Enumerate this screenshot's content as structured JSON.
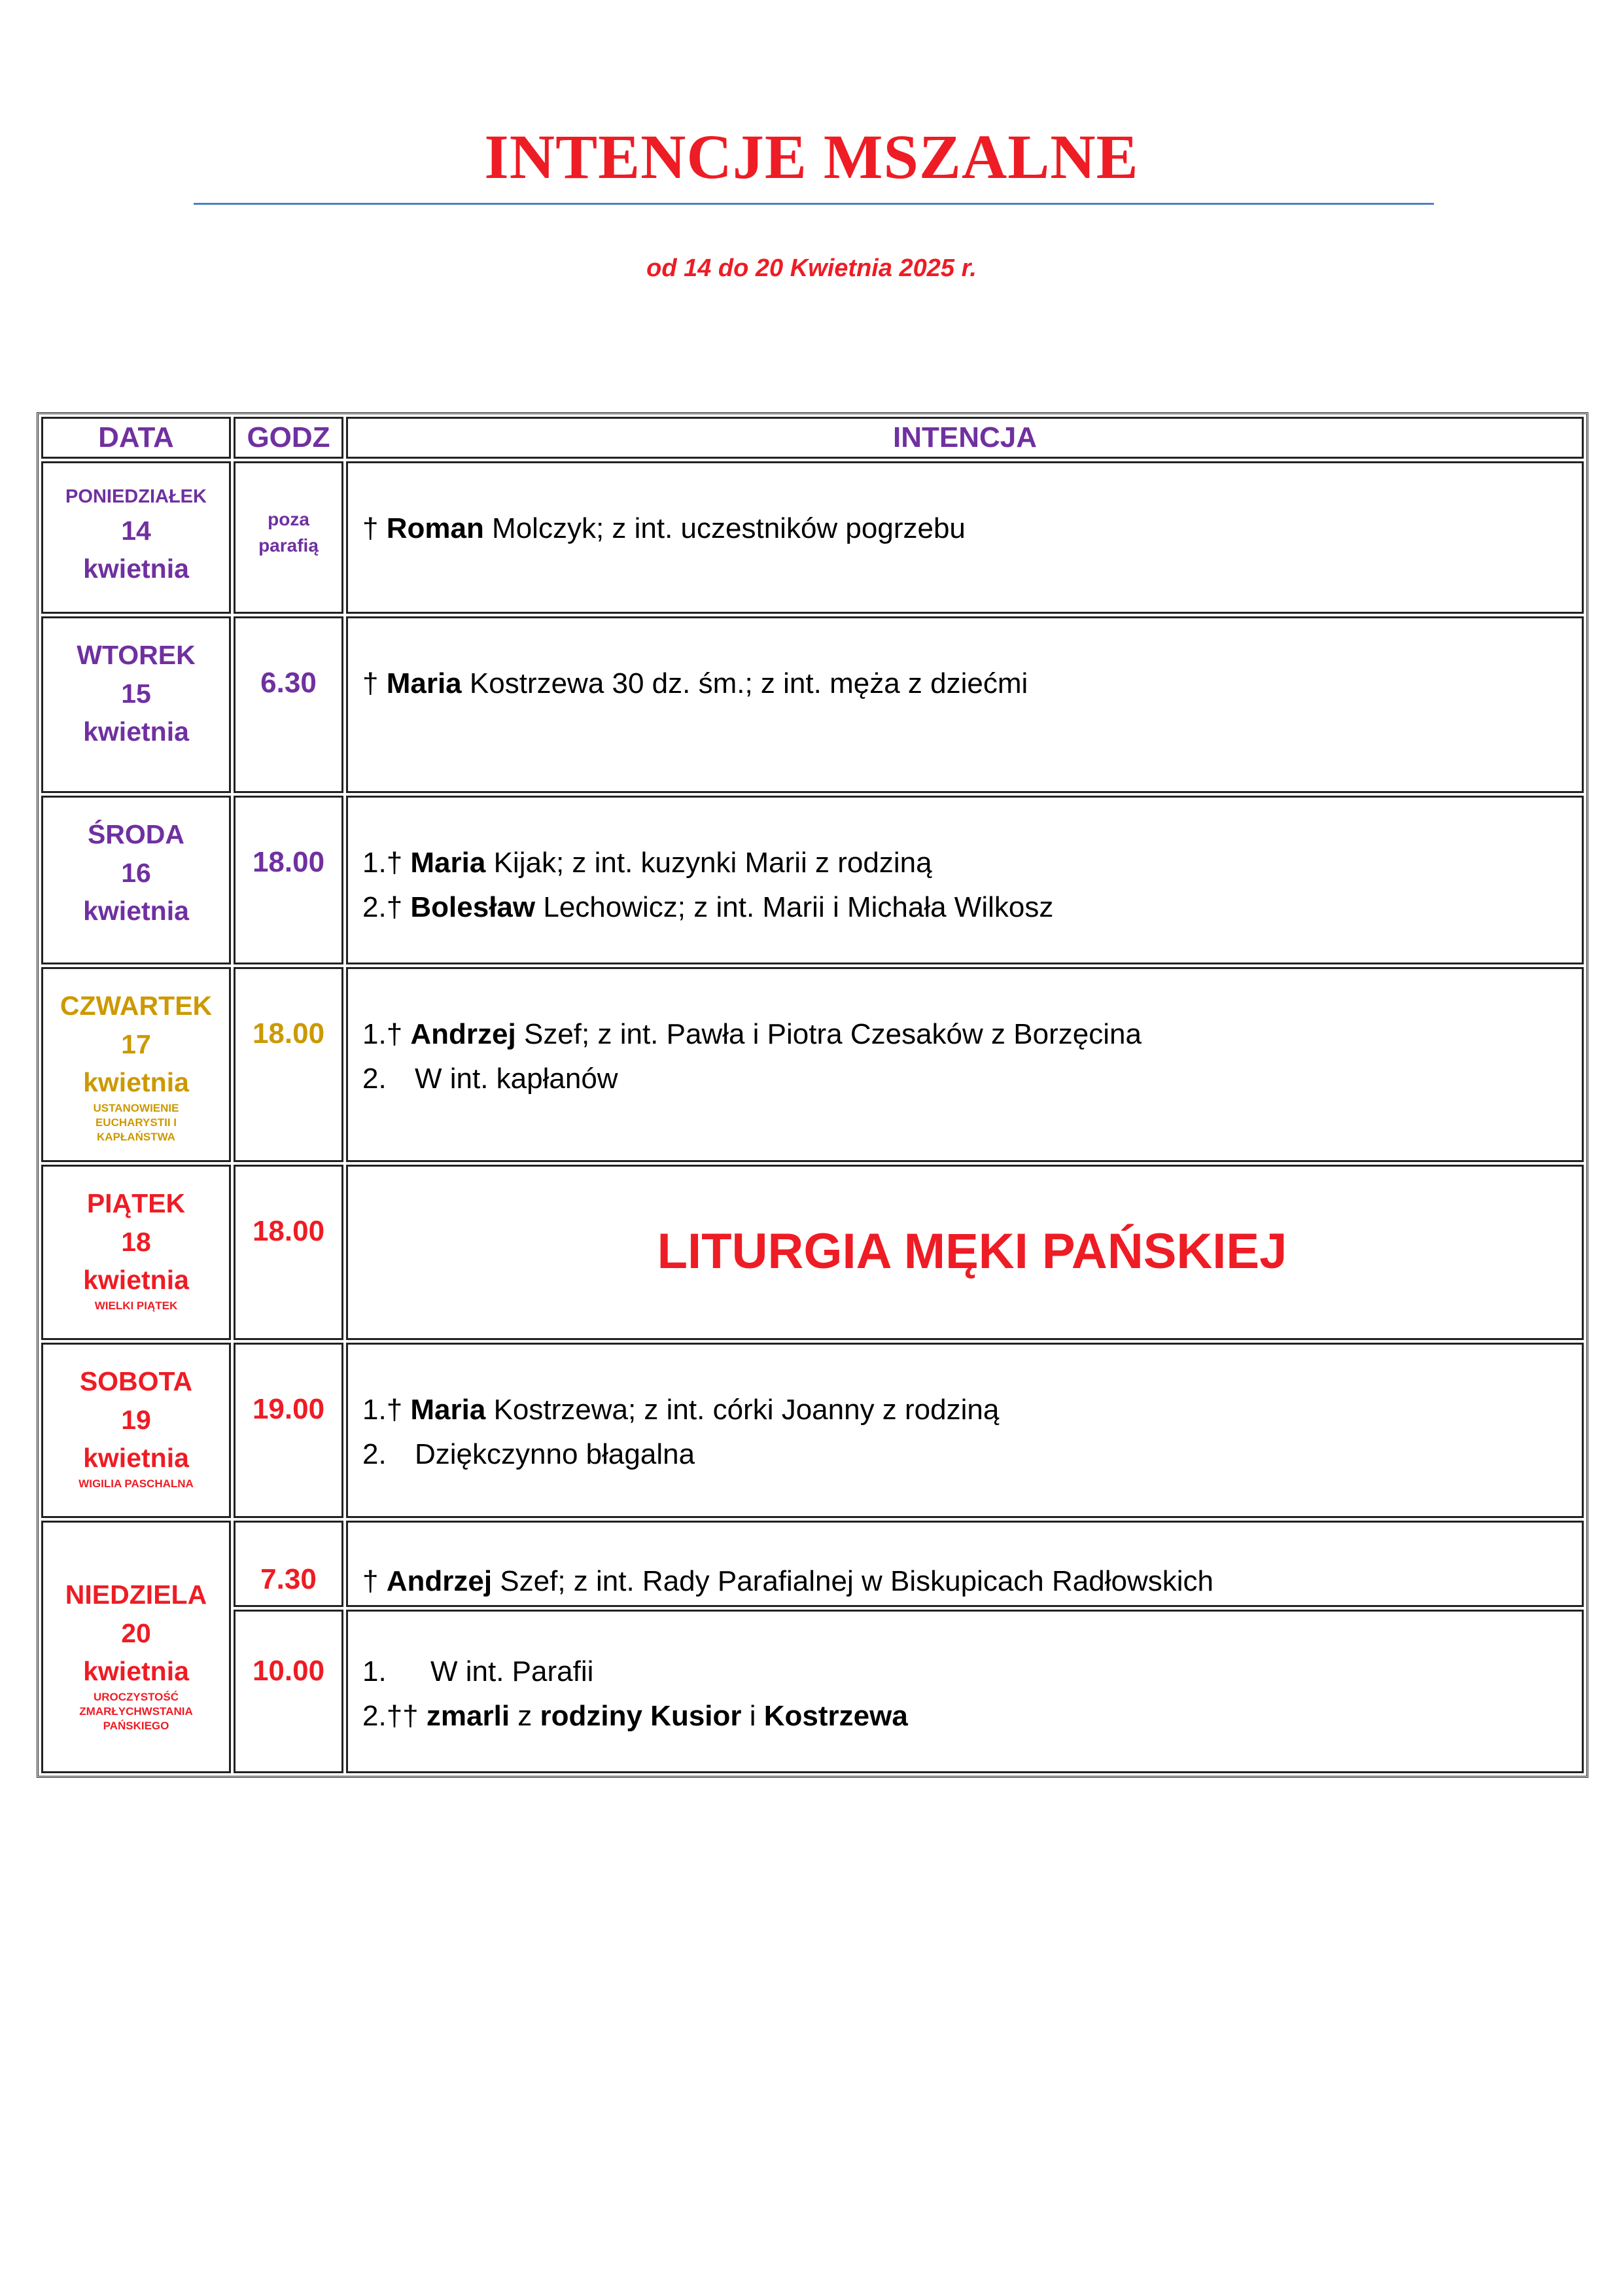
{
  "title": "INTENCJE MSZALNE",
  "subtitle": "od 14 do 20 Kwietnia 2025 r.",
  "colors": {
    "title": "#ee1c24",
    "rule": "#4f81bd",
    "purple": "#7030a0",
    "gold": "#cc9900",
    "red": "#ee1c24"
  },
  "table": {
    "headers": {
      "date": "DATA",
      "hour": "GODZ",
      "intent": "INTENCJA"
    },
    "rows": [
      {
        "day": "PONIEDZIAŁEK",
        "num": "14",
        "month": "kwietnia",
        "note": "",
        "masses": [
          {
            "hour": "poza parafią",
            "lines": [
              {
                "prefix": "† ",
                "name": "Roman",
                "rest": " Molczyk; z int. uczestników pogrzebu"
              }
            ]
          }
        ]
      },
      {
        "day": "WTOREK",
        "num": "15",
        "month": "kwietnia",
        "note": "",
        "masses": [
          {
            "hour": "6.30",
            "lines": [
              {
                "prefix": "† ",
                "name": "Maria",
                "rest": " Kostrzewa 30 dz. śm.; z int. męża z dziećmi"
              }
            ]
          }
        ]
      },
      {
        "day": "ŚRODA",
        "num": "16",
        "month": "kwietnia",
        "note": "",
        "masses": [
          {
            "hour": "18.00",
            "lines": [
              {
                "prefix": "1.† ",
                "name": "Maria",
                "rest": " Kijak; z int. kuzynki Marii z rodziną"
              },
              {
                "prefix": "2.† ",
                "name": "Bolesław",
                "rest": " Lechowicz; z int. Marii i Michała Wilkosz"
              }
            ]
          }
        ]
      },
      {
        "day": "CZWARTEK",
        "num": "17",
        "month": "kwietnia",
        "note": "USTANOWIENIE EUCHARYSTII I KAPŁAŃSTWA",
        "masses": [
          {
            "hour": "18.00",
            "lines": [
              {
                "prefix": "1.† ",
                "name": "Andrzej",
                "rest": " Szef; z int.  Pawła i Piotra Czesaków z Borzęcina"
              },
              {
                "prefix": "2.",
                "name": "",
                "rest": "W int. kapłanów"
              }
            ]
          }
        ]
      },
      {
        "day": "PIĄTEK",
        "num": "18",
        "month": "kwietnia",
        "note": "WIELKI PIĄTEK",
        "masses": [
          {
            "hour": "18.00",
            "banner": "LITURGIA MĘKI PAŃSKIEJ"
          }
        ]
      },
      {
        "day": "SOBOTA",
        "num": "19",
        "month": "kwietnia",
        "note": "WIGILIA PASCHALNA",
        "masses": [
          {
            "hour": "19.00",
            "lines": [
              {
                "prefix": "1.† ",
                "name": "Maria",
                "rest": " Kostrzewa; z int. córki Joanny z rodziną"
              },
              {
                "prefix": "2.",
                "name": "",
                "rest": "Dziękczynno błagalna"
              }
            ]
          }
        ]
      },
      {
        "day": "NIEDZIELA",
        "num": "20",
        "month": "kwietnia",
        "note": "UROCZYSTOŚĆ ZMARŁYCHWSTANIA PAŃSKIEGO",
        "masses": [
          {
            "hour": "7.30",
            "lines": [
              {
                "prefix": "† ",
                "name": "Andrzej",
                "rest": " Szef; z int. Rady Parafialnej w Biskupicach Radłowskich"
              }
            ]
          },
          {
            "hour": "10.00",
            "lines": [
              {
                "prefix": "1.",
                "name": "",
                "rest": "W int. Parafii"
              },
              {
                "prefix": "2.†† ",
                "name": "zmarli",
                "rest": " z ",
                "name2": "rodziny Kusior",
                "rest2": " i ",
                "name3": "Kostrzewa"
              }
            ]
          }
        ]
      }
    ]
  }
}
